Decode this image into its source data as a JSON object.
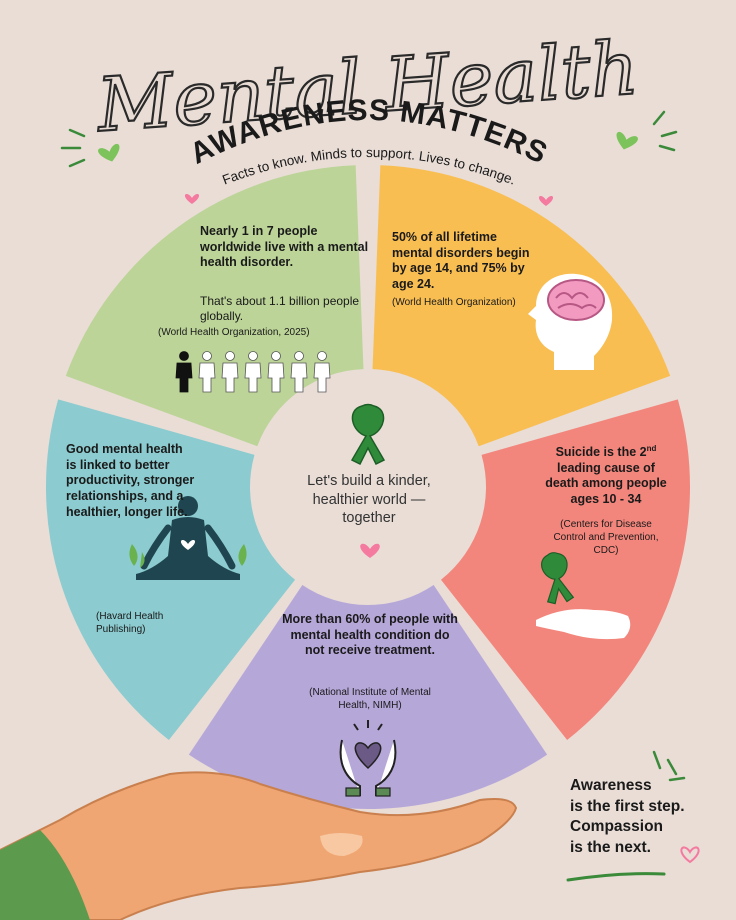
{
  "header": {
    "script_title": "Mental Health",
    "headline": "AWARENESS MATTERS",
    "tagline": "Facts to know. Minds to support. Lives to change."
  },
  "segments": {
    "prevalence": {
      "fact": "Nearly 1 in 7 people worldwide live with a mental health disorder.",
      "detail": "That's about 1.1 billion people globally.",
      "source": "(World Health Organization, 2025)",
      "highlight_ratio": "1 in 7",
      "color": "#bcd498"
    },
    "onset": {
      "fact": "50% of all lifetime mental disorders begin by age 14, and 75% by age 24.",
      "source": "(World Health Organization)",
      "color": "#f9be52"
    },
    "suicide": {
      "line1": "Suicide is the 2",
      "superscript": "nd",
      "line2": "leading cause of death among people ages 10 - 34",
      "source": "(Centers for Disease Control and Prevention, CDC)",
      "color": "#f3867c"
    },
    "treatment": {
      "fact": "More than 60% of people with mental health condition do not receive treatment.",
      "source": "(National Institute of Mental Health, NIMH)",
      "color": "#b6a7d9"
    },
    "benefits": {
      "fact": "Good mental health is linked to better productivity, stronger relationships, and a healthier, longer life.",
      "source": "(Havard Health Publishing)",
      "color": "#8ccbcf"
    }
  },
  "center": {
    "message": "Let's build a kinder, healthier world — together"
  },
  "closing": {
    "line1": "Awareness",
    "line2": "is the first step.",
    "line3": "Compassion",
    "line4": "is the next."
  },
  "colors": {
    "background": "#e9ddd6",
    "ribbon": "#2f8a3a",
    "heart_pink": "#f47aa0",
    "heart_green": "#7cc35b",
    "hand_skin": "#efa672",
    "sleeve": "#5c9a4e",
    "brain": "#f29ac0"
  },
  "icons": {
    "people": "people-icon",
    "brain": "brain-head-icon",
    "ribbon": "ribbon-icon",
    "meditation": "meditation-icon",
    "hands_heart": "hands-heart-icon",
    "palm": "open-hand-icon"
  }
}
